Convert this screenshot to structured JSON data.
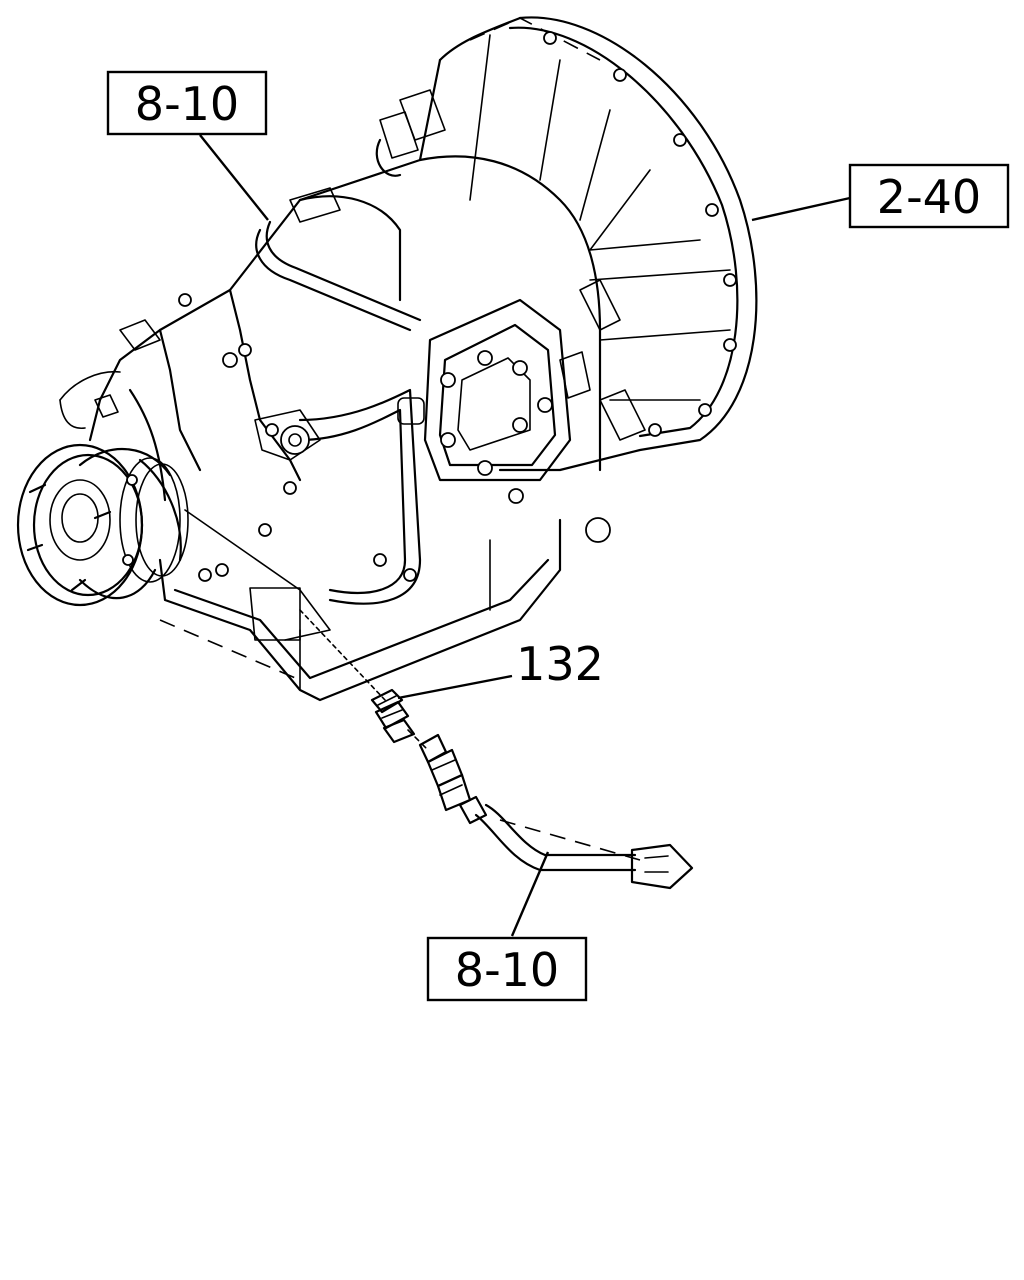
{
  "callouts": {
    "ref_top": "8-10",
    "ref_right": "2-40",
    "part_number": "132",
    "ref_bottom": "8-10"
  }
}
